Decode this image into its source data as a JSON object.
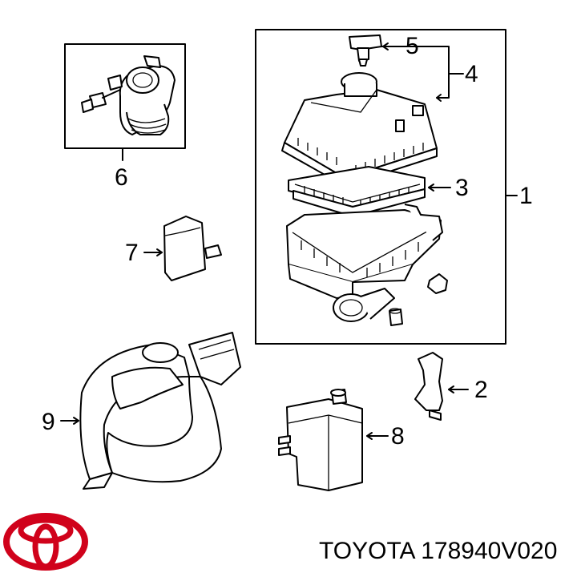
{
  "callouts": {
    "c1": "1",
    "c2": "2",
    "c3": "3",
    "c4": "4",
    "c5": "5",
    "c6": "6",
    "c7": "7",
    "c8": "8",
    "c9": "9"
  },
  "footer": {
    "brand": "TOYOTA",
    "part_number": "178940V020",
    "text": "TOYOTA 178940V020"
  },
  "logo": {
    "name": "toyota-logo",
    "color": "#d0021b"
  }
}
